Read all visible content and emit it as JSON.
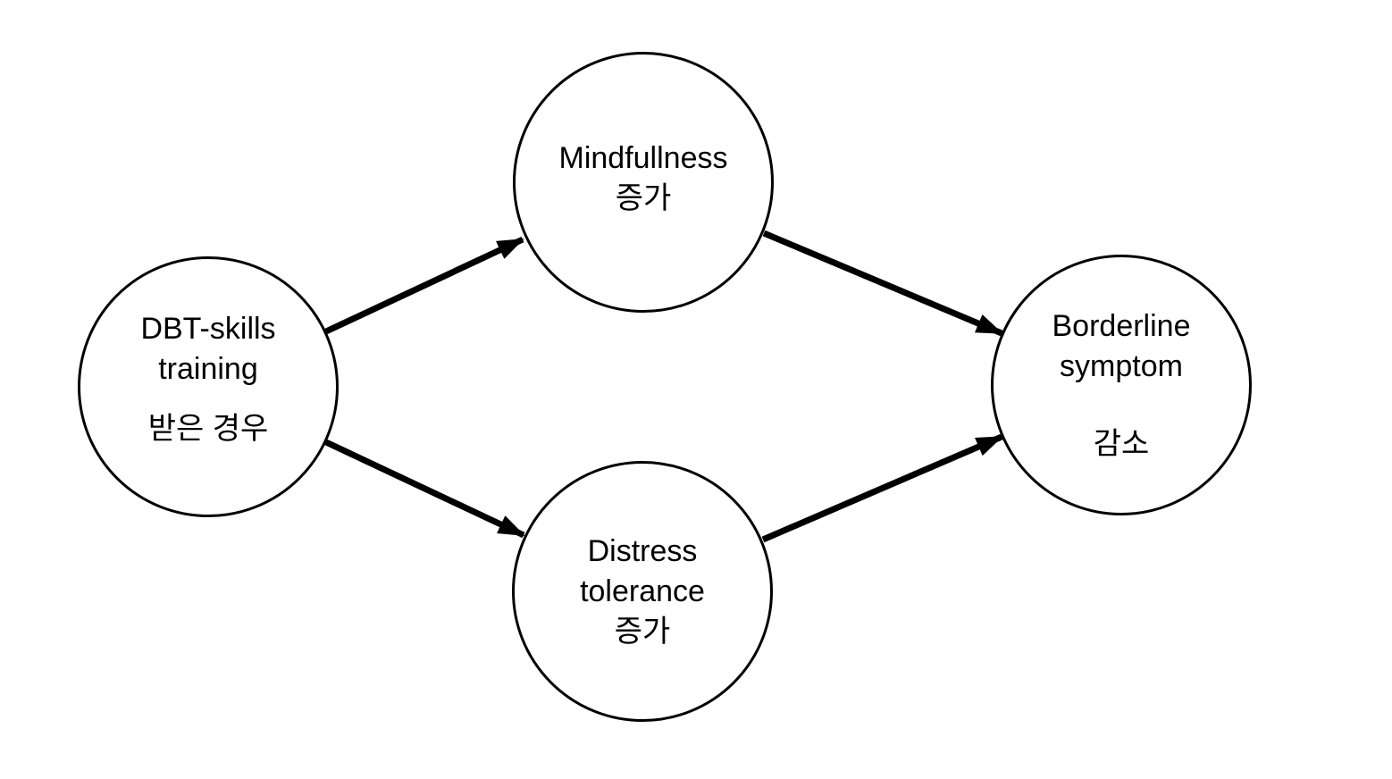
{
  "diagram": {
    "type": "path-diagram",
    "background_color": "#ffffff",
    "node_border_color": "#000000",
    "text_color": "#000000",
    "arrow_color": "#000000",
    "nodes": [
      {
        "id": "dbt-skills-training",
        "label_lines": [
          "DBT-skills",
          "training"
        ],
        "korean_line": "받은 경우"
      },
      {
        "id": "mindfulness-increase",
        "label_lines": [
          "Mindfullness"
        ],
        "korean_line": "증가"
      },
      {
        "id": "distress-tolerance-increase",
        "label_lines": [
          "Distress",
          "tolerance"
        ],
        "korean_line": "증가"
      },
      {
        "id": "borderline-symptom-decrease",
        "label_lines": [
          "Borderline",
          "symptom"
        ],
        "korean_line": "감소"
      }
    ],
    "edges": [
      {
        "from": "dbt-skills-training",
        "to": "mindfulness-increase"
      },
      {
        "from": "dbt-skills-training",
        "to": "distress-tolerance-increase"
      },
      {
        "from": "mindfulness-increase",
        "to": "borderline-symptom-decrease"
      },
      {
        "from": "distress-tolerance-increase",
        "to": "borderline-symptom-decrease"
      }
    ]
  }
}
